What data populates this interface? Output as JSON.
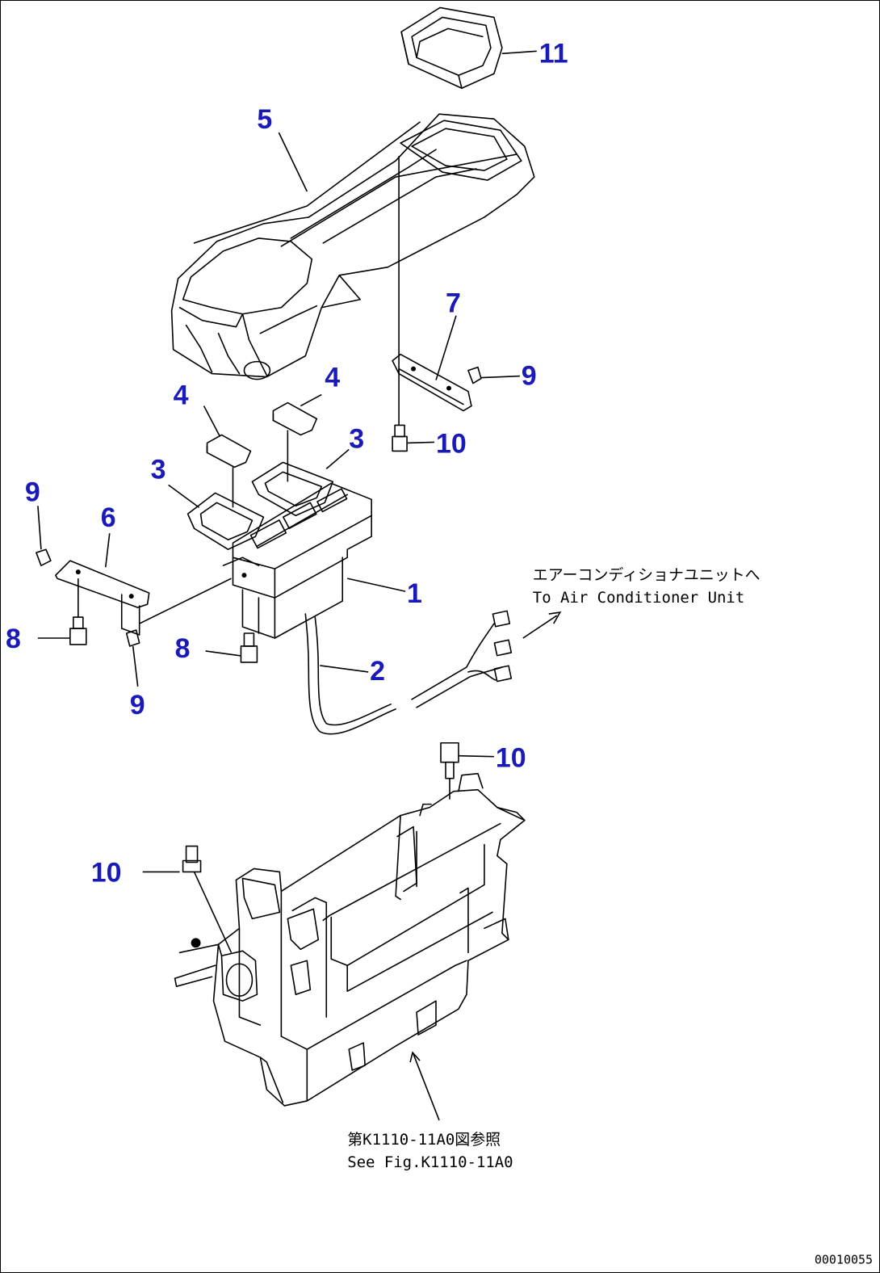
{
  "callouts": {
    "c11": "11",
    "c5": "5",
    "c7": "7",
    "c9_right": "9",
    "c4_left": "4",
    "c4_right": "4",
    "c10_upper": "10",
    "c3_left": "3",
    "c3_right": "3",
    "c9_left": "9",
    "c6": "6",
    "c1": "1",
    "c8_left": "8",
    "c8_right": "8",
    "c2": "2",
    "c9_bottom": "9",
    "c10_middle": "10",
    "c10_lower": "10"
  },
  "notes": {
    "aircon_jp": "エアーコンディショナユニットへ",
    "aircon_en": "To Air Conditioner Unit",
    "fig_jp": "第K1110-11A0図参照",
    "fig_en": "See Fig.K1110-11A0"
  },
  "drawing_ref": "00010055"
}
